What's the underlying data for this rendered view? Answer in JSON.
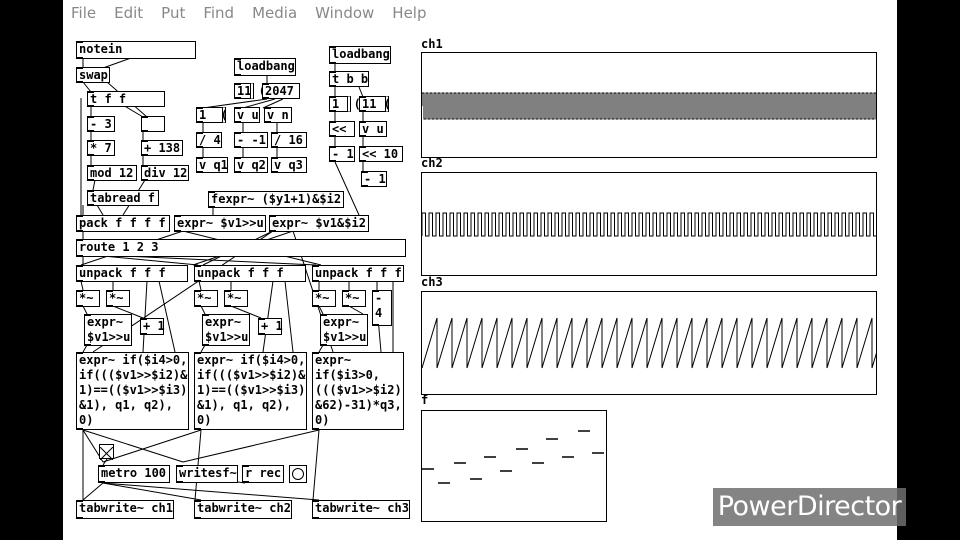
{
  "menubar": [
    "File",
    "Edit",
    "Put",
    "Find",
    "Media",
    "Window",
    "Help"
  ],
  "objects": {
    "notein": "notein",
    "swap": "swap",
    "tff": "t f f",
    "m3": "- 3",
    "m7": "* 7",
    "mod12": "mod 12",
    "tabread": "tabread f",
    "p138": "+ 138",
    "div12": "div 12",
    "loadbang1": "loadbang",
    "l1a": "1  (",
    "l1b": "11 (",
    "n2047": "2047",
    "vu": "v u",
    "vn": "v n",
    "d4": "/ 4",
    "sm1": "- -1",
    "d16": "/ 16",
    "vq1": "v q1",
    "vq2": "v q2",
    "vq3": "v q3",
    "loadbang2": "loadbang",
    "tbb": "t b b",
    "l2a": "1  (",
    "l2b": "11 (",
    "shl": "<<",
    "vu2": "v u",
    "m1": "- 1",
    "shl10": "<< 10",
    "m1b": "- 1",
    "fexpr": "fexpr~ ($y1+1)&$i2",
    "pack": "pack f f f f",
    "expr_shr": "expr~ $v1>>u",
    "expr_and": "expr~ $v1&$i2",
    "route": "route 1 2 3",
    "unpack1": "unpack f f f",
    "unpack2": "unpack f f f",
    "unpack3": "unpack f f f",
    "mul1a": "*~",
    "mul1b": "*~",
    "mul2a": "*~",
    "mul2b": "*~",
    "mul3a": "*~",
    "mul3b": "*~",
    "minus4": "-\n4",
    "exprsh1": "expr~\n$v1>>u",
    "exprsh2": "expr~\n$v1>>u",
    "exprsh3": "expr~\n$v1>>u",
    "plus1a": "+ 1",
    "plus1b": "+ 1",
    "exprbig1": "expr~ if($i4>0,\nif((($v1>>$i2)&\n1)==(($v1>>$i3)\n&1), q1, q2),\n0)",
    "exprbig2": "expr~ if($i4>0,\nif((($v1>>$i2)&\n1)==(($v1>>$i3)\n&1), q1, q2),\n0)",
    "exprbig3": "expr~\nif($i3>0,\n((($v1>>$i2)\n&62)-31)*q3,\n0)",
    "metro": "metro 100",
    "writesf": "writesf~",
    "rrec": "r rec",
    "tw1": "tabwrite~ ch1",
    "tw2": "tabwrite~ ch2",
    "tw3": "tabwrite~ ch3"
  },
  "graphs": {
    "ch1": "ch1",
    "ch2": "ch2",
    "ch3": "ch3",
    "f": "f"
  },
  "watermark": "PowerDirector"
}
